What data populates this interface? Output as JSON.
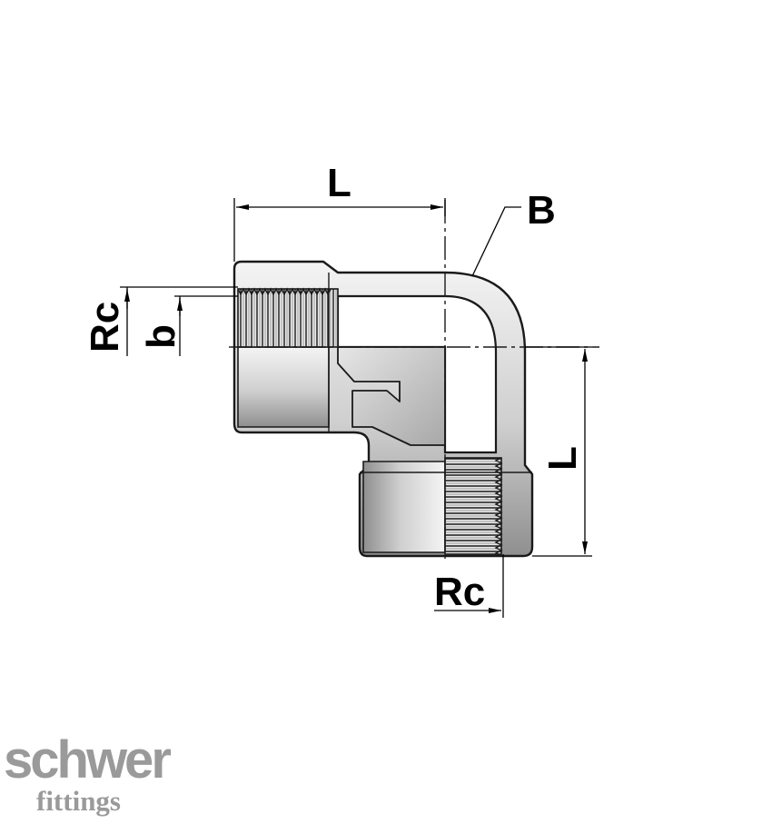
{
  "diagram": {
    "labels": {
      "top_length": "L",
      "side_length": "L",
      "bend": "B",
      "thread_left": "Rc",
      "thread_depth": "b",
      "thread_bottom": "Rc"
    }
  },
  "logo": {
    "brand": "schwer",
    "tagline": "fittings"
  },
  "colors": {
    "body_light": "#f2f2f2",
    "body_mid": "#c8c8c8",
    "body_dark": "#8e8e8e",
    "outline": "#1a1a1a",
    "logo_gray": "#9a9a9a"
  }
}
